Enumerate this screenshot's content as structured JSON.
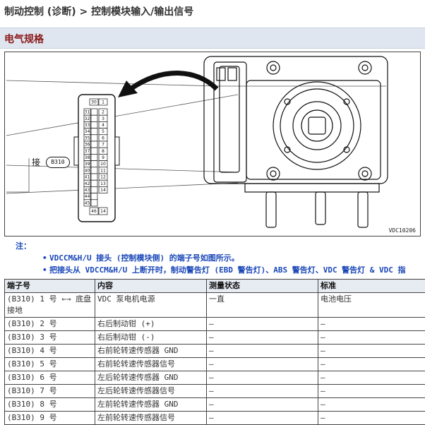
{
  "breadcrumb": "制动控制 (诊断) > 控制模块输入/输出信号",
  "section_title": "电气规格",
  "figure": {
    "connector_prefix": "接",
    "connector_id": "B310",
    "figure_id": "VDC10206",
    "pins_left": [
      "31",
      "32",
      "33",
      "34",
      "35",
      "36",
      "37",
      "38",
      "39",
      "40",
      "41",
      "42",
      "43",
      "44",
      "45",
      "46"
    ],
    "pins_right": [
      "1",
      "2",
      "3",
      "4",
      "5",
      "6",
      "7",
      "8",
      "9",
      "10",
      "11",
      "12",
      "13",
      "14"
    ],
    "pin_top": "30"
  },
  "notes": {
    "title": "注：",
    "items": [
      "VDCCM&H/U 接头 (控制模块侧) 的端子号如图所示。",
      "把接头从 VDCCM&H/U 上断开时，制动警告灯 (EBD 警告灯)、ABS 警告灯、VDC 警告灯 & VDC 指"
    ]
  },
  "table": {
    "headers": [
      "端子号",
      "内容",
      "测量状态",
      "标准"
    ],
    "rows": [
      [
        "(B310) 1 号 ←→ 底盘接地",
        "VDC 泵电机电源",
        "一直",
        "电池电压"
      ],
      [
        "(B310) 2 号",
        "右后制动钳 (+)",
        "—",
        "—"
      ],
      [
        "(B310) 3 号",
        "右后制动钳 (-)",
        "—",
        "—"
      ],
      [
        "(B310) 4 号",
        "右前轮转速传感器 GND",
        "—",
        "—"
      ],
      [
        "(B310) 5 号",
        "右前轮转速传感器信号",
        "—",
        "—"
      ],
      [
        "(B310) 6 号",
        "左后轮转速传感器 GND",
        "—",
        "—"
      ],
      [
        "(B310) 7 号",
        "左后轮转速传感器信号",
        "—",
        "—"
      ],
      [
        "(B310) 8 号",
        "左前轮转速传感器 GND",
        "—",
        "—"
      ],
      [
        "(B310) 9 号",
        "左前轮转速传感器信号",
        "—",
        "—"
      ]
    ]
  }
}
